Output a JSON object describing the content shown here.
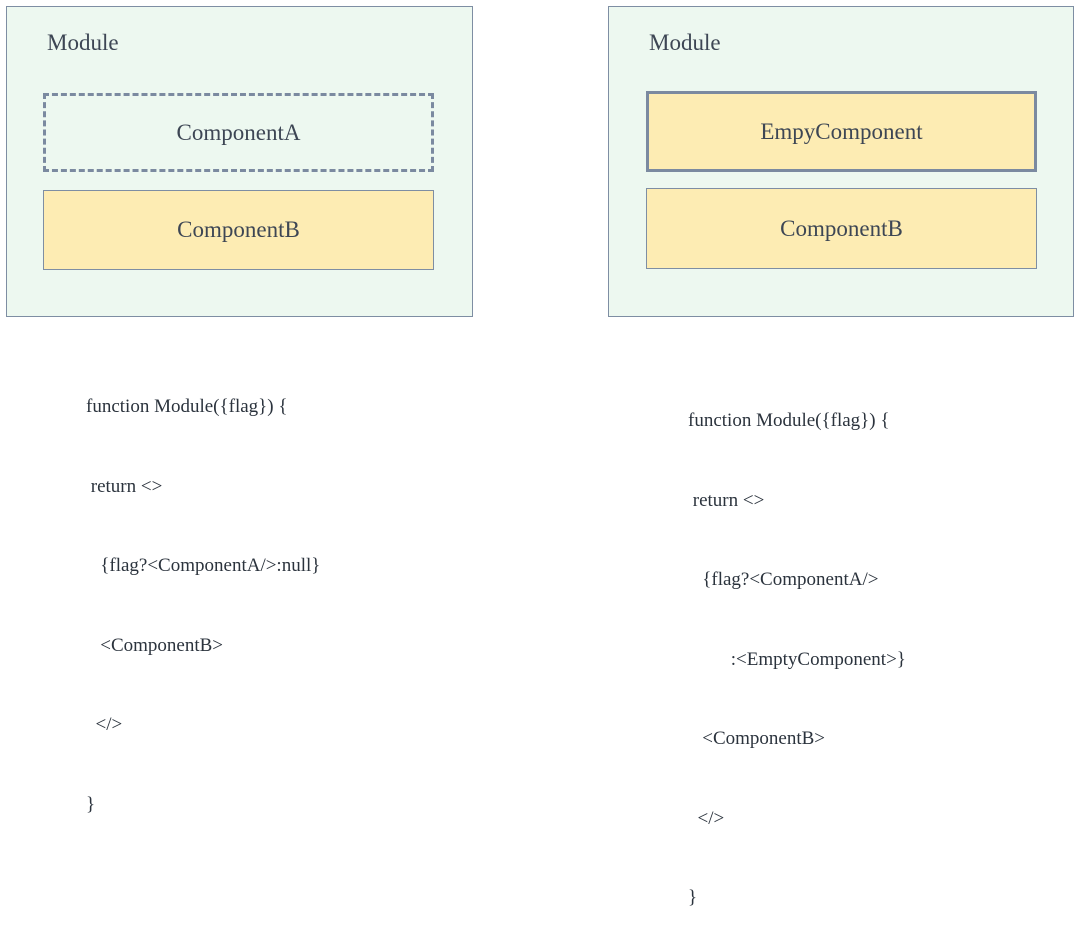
{
  "left": {
    "module_title": "Module",
    "component_a": "ComponentA",
    "component_b": "ComponentB",
    "code": [
      "function Module({flag}) {",
      " return <>",
      "   {flag?<ComponentA/>:null}",
      "   <ComponentB>",
      "  </>",
      "}"
    ]
  },
  "right": {
    "module_title": "Module",
    "empty_component": "EmpyComponent",
    "component_b": "ComponentB",
    "code": [
      "function Module({flag}) {",
      " return <>",
      "   {flag?<ComponentA/>",
      "         :<EmptyComponent>}",
      "   <ComponentB>",
      "  </>",
      "}"
    ]
  },
  "colors": {
    "module_bg": "#edf8f0",
    "component_bg": "#fdecb3",
    "border": "#7b8aa0"
  }
}
